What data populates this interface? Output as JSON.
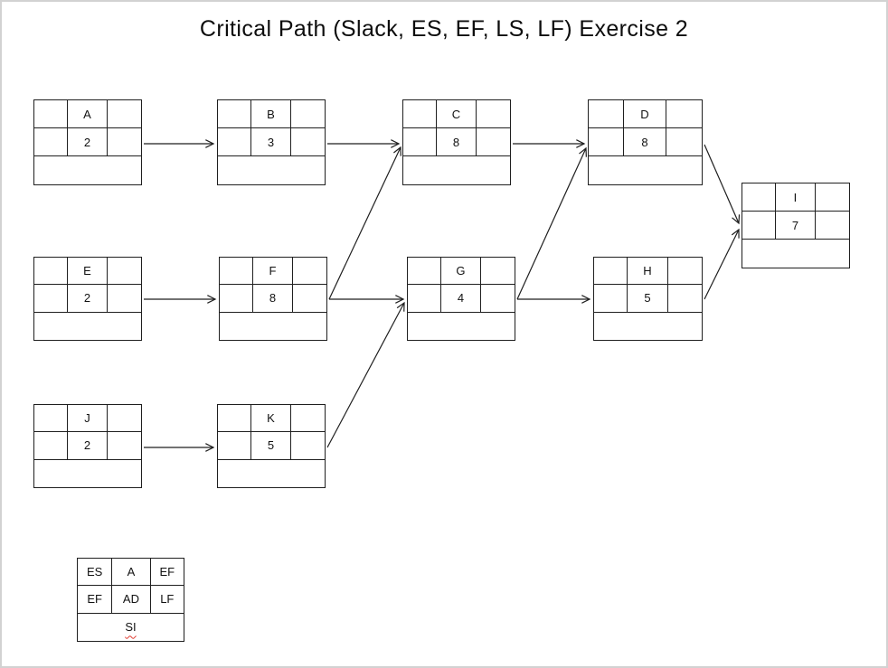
{
  "title": "Critical Path (Slack, ES, EF, LS, LF) Exercise 2",
  "nodes": {
    "A": {
      "label": "A",
      "duration": "2"
    },
    "B": {
      "label": "B",
      "duration": "3"
    },
    "C": {
      "label": "C",
      "duration": "8"
    },
    "D": {
      "label": "D",
      "duration": "8"
    },
    "I": {
      "label": "I",
      "duration": "7"
    },
    "E": {
      "label": "E",
      "duration": "2"
    },
    "F": {
      "label": "F",
      "duration": "8"
    },
    "G": {
      "label": "G",
      "duration": "4"
    },
    "H": {
      "label": "H",
      "duration": "5"
    },
    "J": {
      "label": "J",
      "duration": "2"
    },
    "K": {
      "label": "K",
      "duration": "5"
    }
  },
  "legend": {
    "es": "ES",
    "activity": "A",
    "ef_top": "EF",
    "ls": "EF",
    "ad": "AD",
    "lf": "LF",
    "slack": "SI"
  },
  "edges": [
    {
      "from": "A",
      "to": "B"
    },
    {
      "from": "B",
      "to": "C"
    },
    {
      "from": "C",
      "to": "D"
    },
    {
      "from": "E",
      "to": "F"
    },
    {
      "from": "F",
      "to": "C"
    },
    {
      "from": "F",
      "to": "G"
    },
    {
      "from": "G",
      "to": "D"
    },
    {
      "from": "G",
      "to": "H"
    },
    {
      "from": "J",
      "to": "K"
    },
    {
      "from": "K",
      "to": "G"
    },
    {
      "from": "D",
      "to": "I"
    },
    {
      "from": "H",
      "to": "I"
    },
    {
      "_comment": ""
    }
  ],
  "colors": {
    "line": "#1f1f1f",
    "misspell_underline": "#e03a2f",
    "page_border": "#d2d2d2",
    "background": "#ffffff"
  }
}
